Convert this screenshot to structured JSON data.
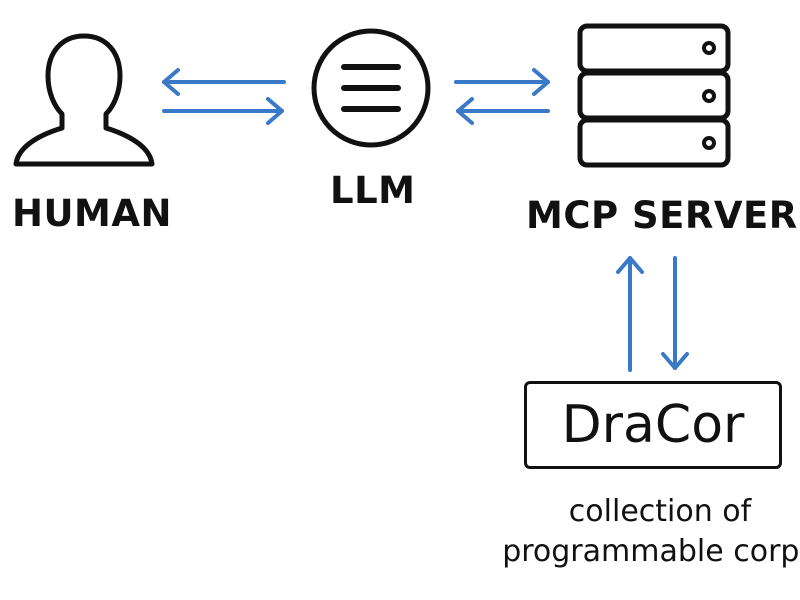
{
  "nodes": {
    "human": {
      "label": "HUMAN",
      "icon": "person-icon"
    },
    "llm": {
      "label": "LLM",
      "icon": "menu-lines-icon"
    },
    "mcp_server": {
      "label": "MCP SERVER",
      "icon": "server-stack-icon"
    },
    "dracor": {
      "label": "DraCor",
      "caption_line1": "collection of",
      "caption_line2": "programmable corpo"
    }
  },
  "connections": [
    {
      "from": "human",
      "to": "llm",
      "direction": "bidirectional"
    },
    {
      "from": "llm",
      "to": "mcp_server",
      "direction": "bidirectional"
    },
    {
      "from": "mcp_server",
      "to": "dracor",
      "direction": "bidirectional"
    }
  ],
  "colors": {
    "arrow": "#3a78c8",
    "stroke": "#111111",
    "background": "#ffffff"
  }
}
